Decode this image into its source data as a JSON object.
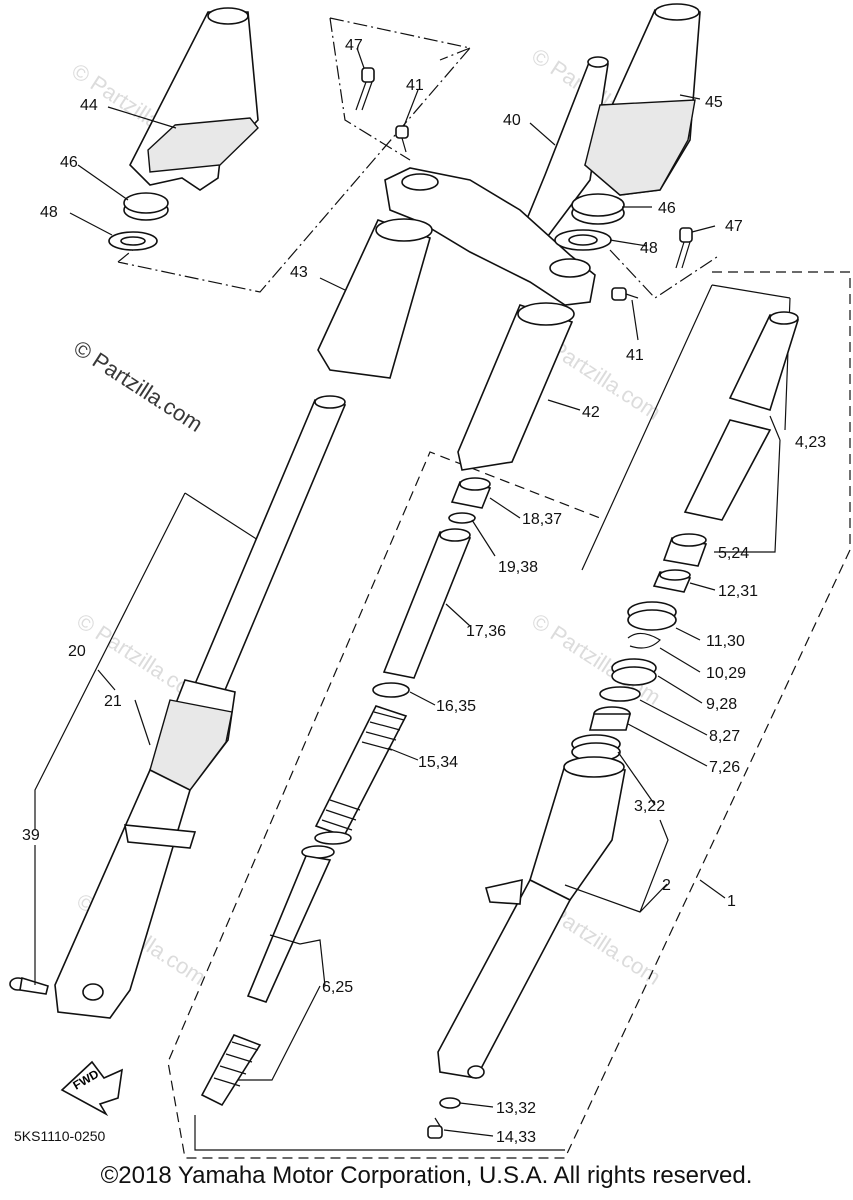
{
  "diagram": {
    "code": "5KS1110-0250",
    "copyright": "©2018 Yamaha Motor Corporation, U.S.A. All rights reserved.",
    "watermark": "© Partzilla.com",
    "fwd_label": "FWD",
    "callouts": {
      "c1": "1",
      "c2": "2",
      "c3_22": "3,22",
      "c4_23": "4,23",
      "c5_24": "5,24",
      "c6_25": "6,25",
      "c7_26": "7,26",
      "c8_27": "8,27",
      "c9_28": "9,28",
      "c10_29": "10,29",
      "c11_30": "11,30",
      "c12_31": "12,31",
      "c13_32": "13,32",
      "c14_33": "14,33",
      "c15_34": "15,34",
      "c16_35": "16,35",
      "c17_36": "17,36",
      "c18_37": "18,37",
      "c19_38": "19,38",
      "c20": "20",
      "c21": "21",
      "c39": "39",
      "c40": "40",
      "c41_top": "41",
      "c41_bottom": "41",
      "c42": "42",
      "c43": "43",
      "c44": "44",
      "c45": "45",
      "c46_left": "46",
      "c46_right": "46",
      "c47_left": "47",
      "c47_right": "47",
      "c48_left": "48",
      "c48_right": "48"
    }
  }
}
